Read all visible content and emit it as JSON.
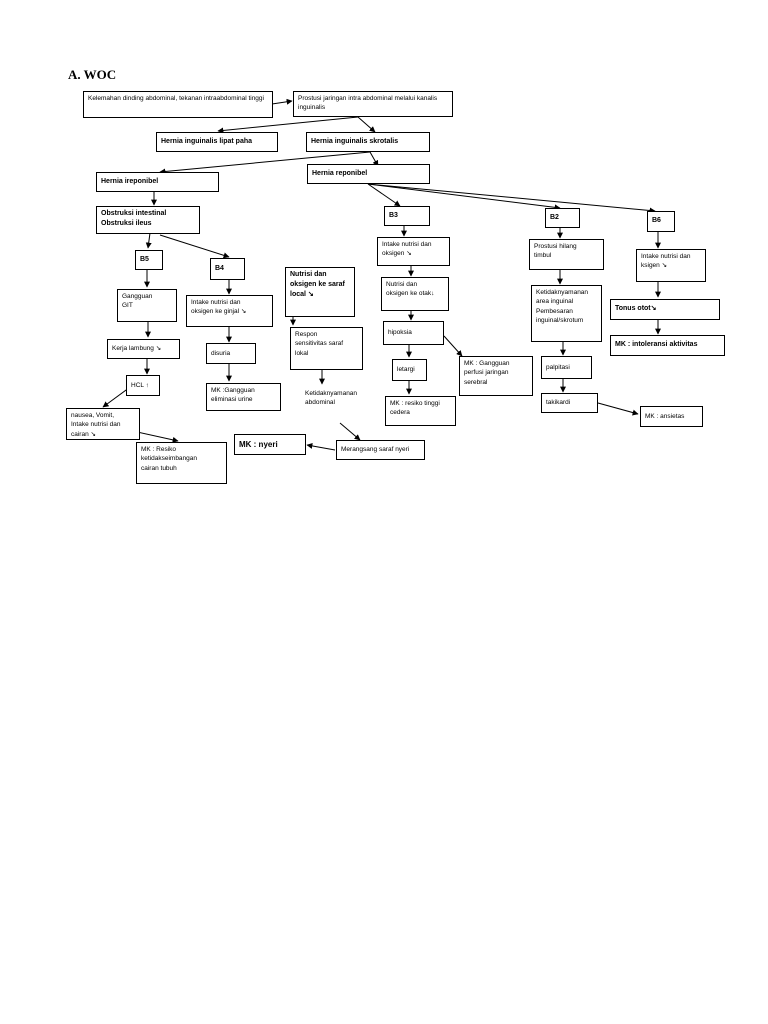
{
  "section_heading": "A.  WOC",
  "nodes": {
    "kelemahan": "Kelemahan dinding abdominal, tekanan intraabdominal tinggi",
    "prostusi": "Prostusi jaringan intra abdominal melalui kanalis inguinalis",
    "hernia_lipat_paha": "Hernia inguinalis lipat paha",
    "hernia_skrotalis": "Hernia inguinalis skrotalis",
    "hernia_ireponibel": "Hernia ireponibel",
    "hernia_reponibel": "Hernia reponibel",
    "obstruksi": "Obstruksi intestinal\nObstruksi ileus",
    "b5": "B5",
    "b4": "B4",
    "b3": "B3",
    "b2": "B2",
    "b6": "B6",
    "gangguan_git": "Gangguan\nGIT",
    "kerja_lambung": "Kerja lambung  ↘",
    "hcl": "HCL  ↑",
    "nausea": "nausea, Vomit,\nIntake nutrisi dan\ncairan ↘",
    "mk_resiko_cairan": "MK : Resiko\nketidakseimbangan\ncairan tubuh",
    "intake_ginjal": "Intake nutrisi dan\noksigen ke ginjal ↘",
    "disuria": "disuria",
    "mk_eliminasi": "MK :Gangguan\neliminasi urine",
    "nutrisi_saraf": "Nutrisi dan\noksigen ke saraf\nlocal ↘",
    "respon_saraf": "Respon\nsensitivitas saraf\nlokal",
    "ketidaknyamanan_abd": "Ketidaknyamanan\nabdominal",
    "merangsang": "Merangsang saraf nyeri",
    "mk_nyeri": "MK : nyeri",
    "intake_oksigen_b3": "Intake nutrisi dan\noksigen ↘",
    "nutrisi_otak": "Nutrisi dan\noksigen  ke otak↓",
    "hipoksia": "hipoksia",
    "letargi": "letargi",
    "mk_cedera": "MK : resiko tinggi\ncedera",
    "mk_perfusi": "MK : Gangguan\nperfusi jaringan\nserebral",
    "prostusi_hilang": "Prostusi hilang\ntimbul",
    "ketidaknyamanan_ing": "Ketidaknyamanan\narea inguinal\nPembesaran\ninguinal/skrotum",
    "palpitasi": "palpitasi",
    "takikardi": "takikardi",
    "mk_ansietas": "MK : ansietas",
    "intake_ksigen_b6": "Intake nutrisi dan\nksigen ↘",
    "tonus_otot": "Tonus otot↘",
    "mk_intoleransi": "MK : intoleransi aktivitas"
  }
}
